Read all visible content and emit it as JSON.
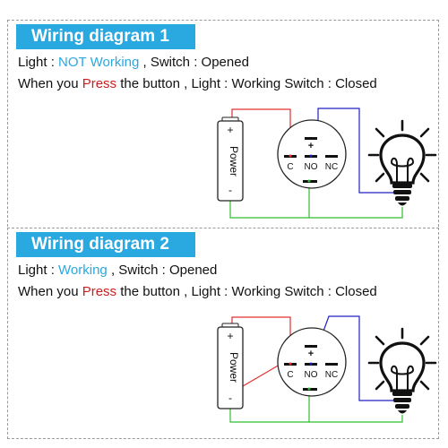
{
  "diagrams": [
    {
      "title": "Wiring diagram 1",
      "light_label": "Light : ",
      "light_state": "NOT Working",
      "switch_text": " , Switch : Opened",
      "press_prefix": "When you ",
      "press_word": "Press",
      "press_suffix": " the button , Light : Working Switch : Closed",
      "battery": {
        "plus": "+",
        "label": "Power",
        "minus": "-"
      },
      "switch": {
        "c": "C",
        "no": "NO",
        "nc": "NC",
        "plus": "+"
      }
    },
    {
      "title": "Wiring diagram 2",
      "light_label": "Light : ",
      "light_state": "Working",
      "switch_text": " , Switch : Opened",
      "press_prefix": "When you ",
      "press_word": "Press",
      "press_suffix": " the button , Light : Working Switch : Closed",
      "battery": {
        "plus": "+",
        "label": "Power",
        "minus": "-"
      },
      "switch": {
        "c": "C",
        "no": "NO",
        "nc": "NC",
        "plus": "+"
      }
    }
  ],
  "colors": {
    "accent": "#2aa8e0",
    "press": "#cc1e1e",
    "wire_red": "#e03030",
    "wire_blue": "#2020c0",
    "wire_green": "#2ebd2e"
  }
}
